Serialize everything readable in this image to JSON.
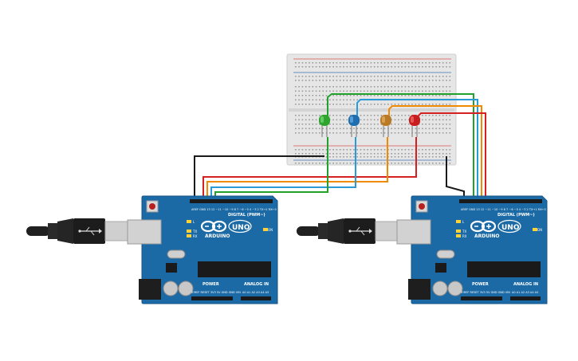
{
  "board_labels": {
    "brand": "ARDUINO",
    "model": "UNO",
    "digital": "DIGITAL (PWM~)",
    "power": "POWER",
    "analog": "ANALOG IN",
    "on": "ON",
    "tx": "TX",
    "rx": "RX",
    "l": "L"
  },
  "leds": [
    {
      "color_name": "green",
      "color": "#2fa52f"
    },
    {
      "color_name": "blue",
      "color": "#1f6fb0"
    },
    {
      "color_name": "orange",
      "color": "#b97a25"
    },
    {
      "color_name": "red",
      "color": "#c81e1e"
    }
  ],
  "wires": {
    "black": "#1a1a1a",
    "red": "#d62020",
    "orange": "#f08a00",
    "green": "#22a22a",
    "blue": "#2b9bd8"
  },
  "colors": {
    "board": "#1b6aa5",
    "board_dark": "#155489",
    "breadboard": "#e6e6e6",
    "usb": "#202020"
  }
}
